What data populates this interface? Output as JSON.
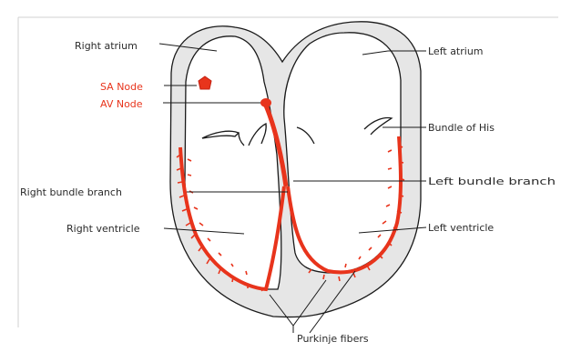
{
  "labels": {
    "right_atrium": "Right atrium",
    "sa_node": "SA Node",
    "av_node": "AV Node",
    "right_bundle_branch": "Right bundle branch",
    "right_ventricle": "Right ventricle",
    "left_atrium": "Left atrium",
    "bundle_of_his": "Bundle of His",
    "left_bundle_branch": "Left bundle branch",
    "left_ventricle": "Left ventricle",
    "purkinje_fibers": "Purkinje fibers"
  },
  "colors": {
    "conduction": "#e8341c",
    "label_text": "#2a2a2a",
    "wall_fill": "#e6e6e6",
    "outline": "#1a1a1a",
    "frame": "#d0d0d0"
  }
}
